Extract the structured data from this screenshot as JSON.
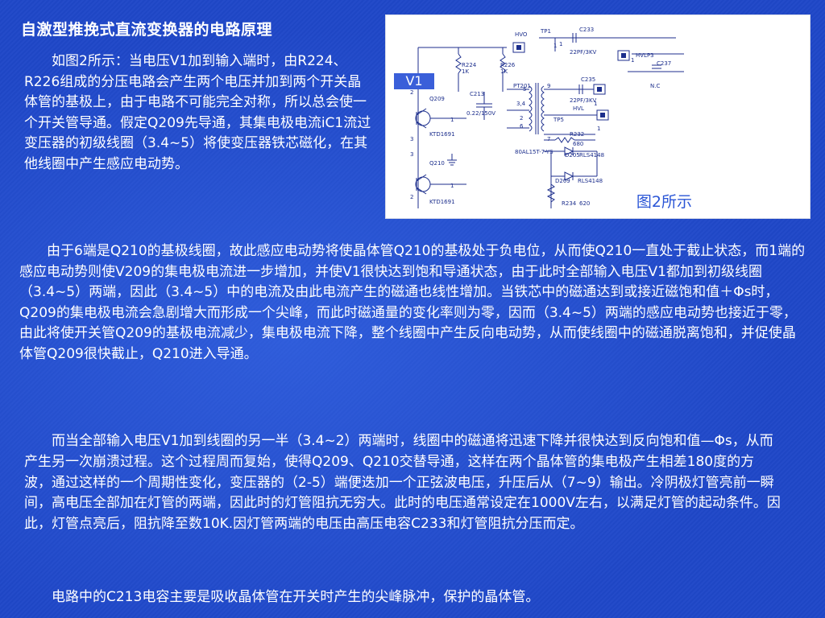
{
  "title": "自激型推挽式直流变换器的电路原理",
  "paragraphs": {
    "intro": "如图2所示：当电压V1加到输入端时，由R224、R226组成的分压电路会产生两个电压并加到两个开关晶体管的基极上，由于电路不可能完全对称，所以总会使一个开关管导通。假定Q209先导通，其集电极电流iC1流过变压器的初级线圈（3.4~5）将使变压器铁芯磁化，在其他线圈中产生感应电动势。",
    "second": "由于6端是Q210的基极线圈，故此感应电动势将使晶体管Q210的基极处于负电位，从而使Q210一直处于截止状态，而1端的感应电动势则使V209的集电极电流进一步增加，并使V1很快达到饱和导通状态，由于此时全部输入电压V1都加到初级线圈（3.4~5）两端，因此（3.4~5）中的电流及由此电流产生的磁通也线性增加。当铁芯中的磁通达到或接近磁饱和值＋Φs时，Q209的集电极电流会急剧增大而形成一个尖峰，而此时磁通量的变化率则为零，因而（3.4~5）两端的感应电动势也接近于零，由此将使开关管Q209的基极电流减少，集电极电流下降，整个线圈中产生反向电动势，从而使线圈中的磁通脱离饱和，并促使晶体管Q209很快截止，Q210进入导通。",
    "third": "而当全部输入电压V1加到线圈的另一半（3.4~2）两端时，线圈中的磁通将迅速下降并很快达到反向饱和值—Φs，从而产生另一次崩溃过程。这个过程周而复始，使得Q209、Q210交替导通，这样在两个晶体管的集电极产生相差180度的方波，通过这样的一个周期性变化，变压器的（2-5）端便迭加一个正弦波电压，升压后从（7~9）输出。冷阴极灯管亮前一瞬间，高电压全部加在灯管的两端，因此时的灯管阻抗无穷大。此时的电压通常设定在1000V左右，以满足灯管的起动条件。因此，灯管点亮后，阻抗降至数10K.因灯管两端的电压由高压电容C233和灯管阻抗分压而定。",
    "fourth": "电路中的C213电容主要是吸收晶体管在开关时产生的尖峰脉冲，保护的晶体管。"
  },
  "figure": {
    "caption": "图2所示",
    "v1_label": "V1",
    "labels": {
      "hvo": "HVO",
      "tp1": "TP1",
      "c233": "C233",
      "c233_val": "22PF/3KV",
      "hvl_p3": "HVLP3",
      "c237": "C237",
      "nc": "N.C",
      "r224": "R224",
      "r224_val": "1K",
      "r226": "R226",
      "r226_val": "1K",
      "c235": "C235",
      "c235_val": "22PF/3KV",
      "hvl": "HVL",
      "pt201": "PT201",
      "c213": "C213",
      "c213_val": "0.22/150V",
      "q209": "Q209",
      "q209_part": "KTD1691",
      "q210": "Q210",
      "q210_part": "KTD1691",
      "tp5": "TP5",
      "r232": "R232",
      "r232_val": "680",
      "d205": "D205",
      "d205_part": "RLS4148",
      "d209": "D209",
      "d209_part": "RLS4148",
      "r234": "R234",
      "r234_val": "620",
      "transformer": "80AL15T-7-YS"
    },
    "pins": {
      "p1a": "1",
      "p5": "5",
      "p9": "9",
      "p34": "3,4",
      "p2": "2",
      "p6": "6",
      "p7": "7",
      "p1b": "1",
      "q209_b": "1",
      "q210_b": "1",
      "q209_e": "3",
      "q210_e": "3",
      "q209_c": "2",
      "q210_c": "2",
      "tp1_pin": "1",
      "hvlp3_pin": "1",
      "tp5_pin": "1"
    }
  }
}
